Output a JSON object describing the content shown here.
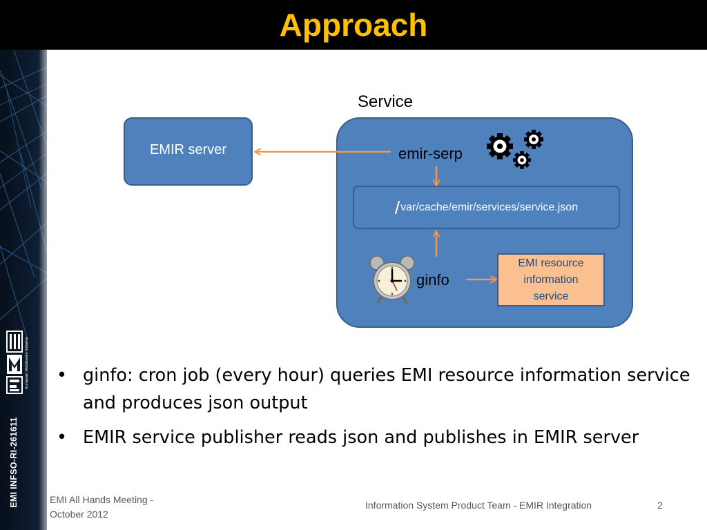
{
  "slide": {
    "title": "Approach"
  },
  "sidebar": {
    "vertical_label": "EMI INFSO-RI-261611",
    "logo_text": "EMI",
    "logo_tagline": "European Middleware Initiative"
  },
  "diagram": {
    "service_label": "Service",
    "emir_server_label": "EMIR server",
    "emir_serp_label": "emir-serp",
    "json_path_slash": "/",
    "json_path_rest": "var/cache/emir/services/service.json",
    "ginfo_label": "ginfo",
    "emi_resource_label": "EMI resource information service",
    "icons": [
      "gears-icon",
      "alarm-clock-icon"
    ],
    "colors": {
      "box_fill": "#4F81BD",
      "box_border": "#385D8A",
      "resource_fill": "#FAC090",
      "arrow": "#F79646"
    }
  },
  "bullets": [
    "ginfo: cron job (every hour) queries EMI resource information service and produces json output",
    "EMIR service publisher reads json and publishes in EMIR server"
  ],
  "bullet_marker": "•",
  "footer": {
    "left": "EMI All Hands Meeting - October 2012",
    "center": "Information System Product Team - EMIR Integration",
    "page_number": "2"
  },
  "colors": {
    "title": "#FFC000",
    "title_bar": "#000000",
    "footer_text": "#595959"
  }
}
